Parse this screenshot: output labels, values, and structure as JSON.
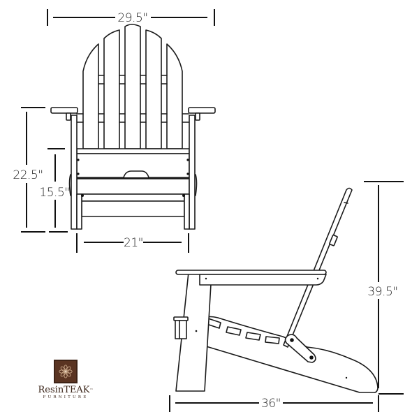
{
  "diagram": {
    "subject": "Adirondack chair dimension drawing",
    "views": [
      "front view",
      "side view"
    ],
    "dimensions": {
      "overall_width": "29.5\"",
      "arm_height": "22.5\"",
      "seat_height": "15.5\"",
      "seat_width": "21\"",
      "overall_height": "39.5\"",
      "overall_depth": "36\""
    },
    "line_color": "#1a1a1a",
    "background": "#ffffff"
  },
  "logo": {
    "name": "ResinTEAK",
    "trademark": "™",
    "subtitle": "FURNITURE",
    "box_color": "#5a3422"
  }
}
